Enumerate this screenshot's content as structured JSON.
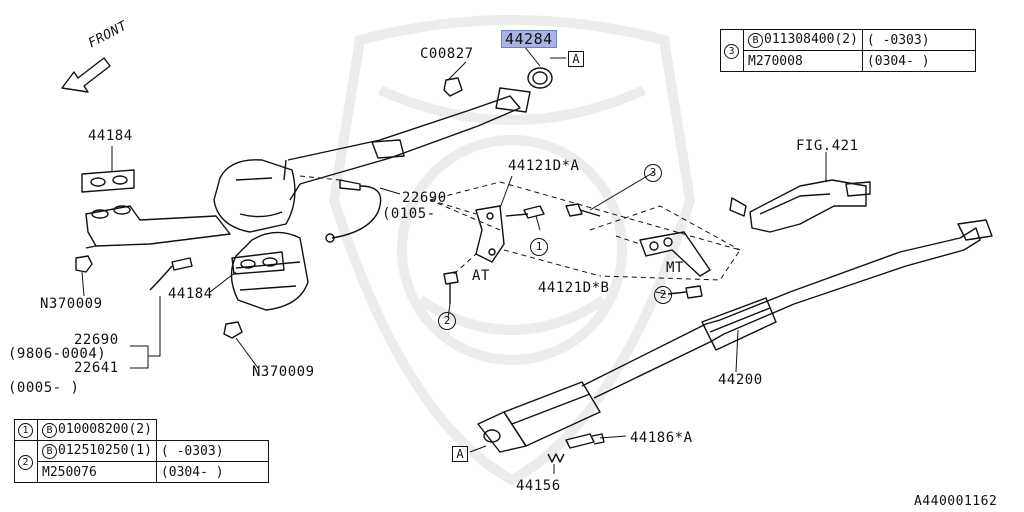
{
  "labels": {
    "front": "FRONT",
    "c00827": "C00827",
    "p44284": "44284",
    "boxA_top": "A",
    "p44184_top": "44184",
    "p22690_a": "22690",
    "p22690_a_range": "(0105-",
    "p44121d_a": "44121D*A",
    "p44121d_b": "44121D*B",
    "at": "AT",
    "mt": "MT",
    "fig421": "FIG.421",
    "n370009_left": "N370009",
    "p44184_mid": "44184",
    "p22690_b": "22690",
    "range_9806": "(9806-0004)",
    "p22641": "22641",
    "range_0005": "(0005-    )",
    "n370009_mid": "N370009",
    "p44200": "44200",
    "p44186a": "44186*A",
    "p44156": "44156",
    "boxA_bottom": "A",
    "diagram_code": "A440001162",
    "c1": "1",
    "c2a": "2",
    "c2b": "2",
    "c3": "3"
  },
  "table_top": {
    "row1_index": "3",
    "row1_badge": "B",
    "row1_part": "011308400(2)",
    "row1_range": "(      -0303)",
    "row2_part": "M270008",
    "row2_range": "(0304-     )"
  },
  "table_bottom": {
    "row1_index": "1",
    "row1_badge": "B",
    "row1_part": "010008200(2)",
    "row2_index": "2",
    "row2_badge": "B",
    "row2_part": "012510250(1)",
    "row2_range": "(      -0303)",
    "row3_part": "M250076",
    "row3_range": "(0304-     )"
  },
  "colors": {
    "line": "#111111",
    "highlight": "#a9b4e6",
    "watermark": "#ececec"
  }
}
